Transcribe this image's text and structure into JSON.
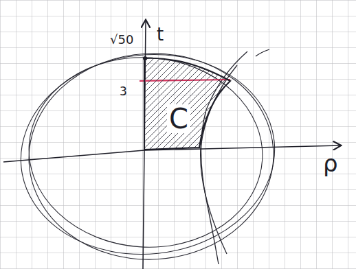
{
  "diagram": {
    "nodes": [
      {
        "text": [
          "C"
        ]
      }
    ],
    "labels": [
      "√50",
      "3",
      "t",
      "ρ"
    ]
  }
}
